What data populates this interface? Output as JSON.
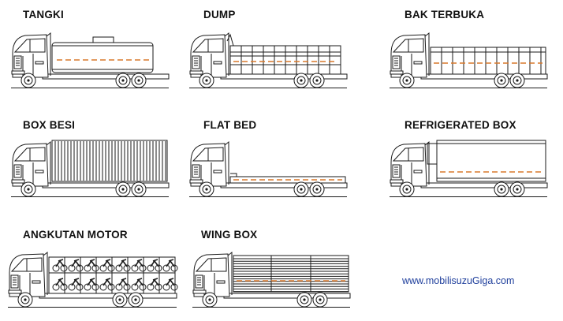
{
  "types": [
    {
      "id": "tangki",
      "label": "TANGKI"
    },
    {
      "id": "dump",
      "label": "DUMP"
    },
    {
      "id": "bak-terbuka",
      "label": "BAK TERBUKA"
    },
    {
      "id": "box-besi",
      "label": "BOX BESI"
    },
    {
      "id": "flat-bed",
      "label": "FLAT BED"
    },
    {
      "id": "refrigerated",
      "label": "REFRIGERATED BOX"
    },
    {
      "id": "angkutan",
      "label": "ANGKUTAN MOTOR"
    },
    {
      "id": "wing-box",
      "label": "WING BOX"
    }
  ],
  "website": "www.mobilisuzuGiga.com",
  "colors": {
    "line": "#1a1a1a",
    "accent": "#d9782b",
    "link": "#1f3f9c"
  }
}
